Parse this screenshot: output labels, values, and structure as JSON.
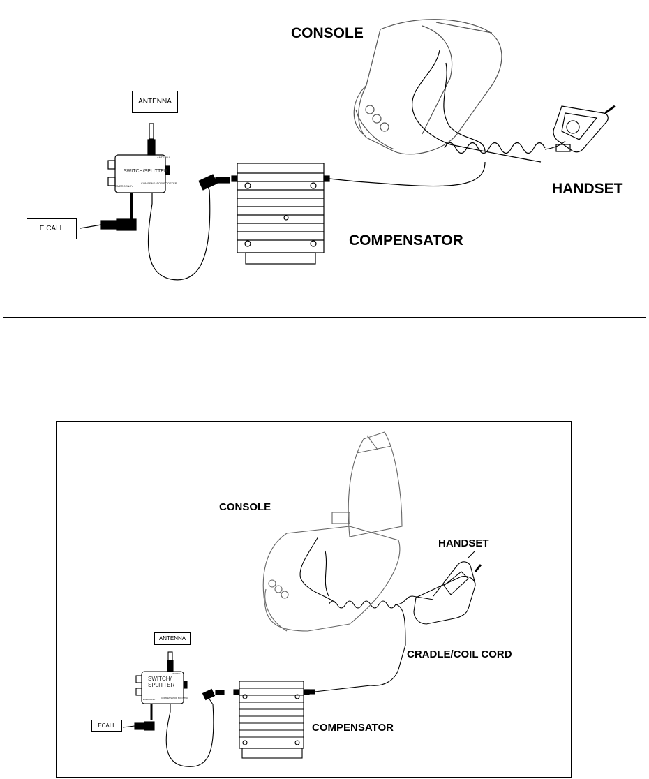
{
  "top": {
    "console": "CONSOLE",
    "handset": "HANDSET",
    "compensator": "COMPENSATOR",
    "antenna": "ANTENNA",
    "ecall": "E CALL",
    "switch_label": "SWITCH/SPLITTER",
    "emergency": "EMERGENCY",
    "booster": "COMPENSATOR BOOSTER",
    "cellular": "ANTENNA"
  },
  "bottom": {
    "console": "CONSOLE",
    "handset": "HANDSET",
    "cradle": "CRADLE/COIL CORD",
    "compensator": "COMPENSATOR",
    "antenna": "ANTENNA",
    "ecall": "ECALL",
    "switch_label_1": "SWITCH/",
    "switch_label_2": "SPLITTER",
    "emergency": "EMERGENCY",
    "booster": "COMPENSATOR BOOSTER",
    "cellular": "ANTENNA"
  }
}
